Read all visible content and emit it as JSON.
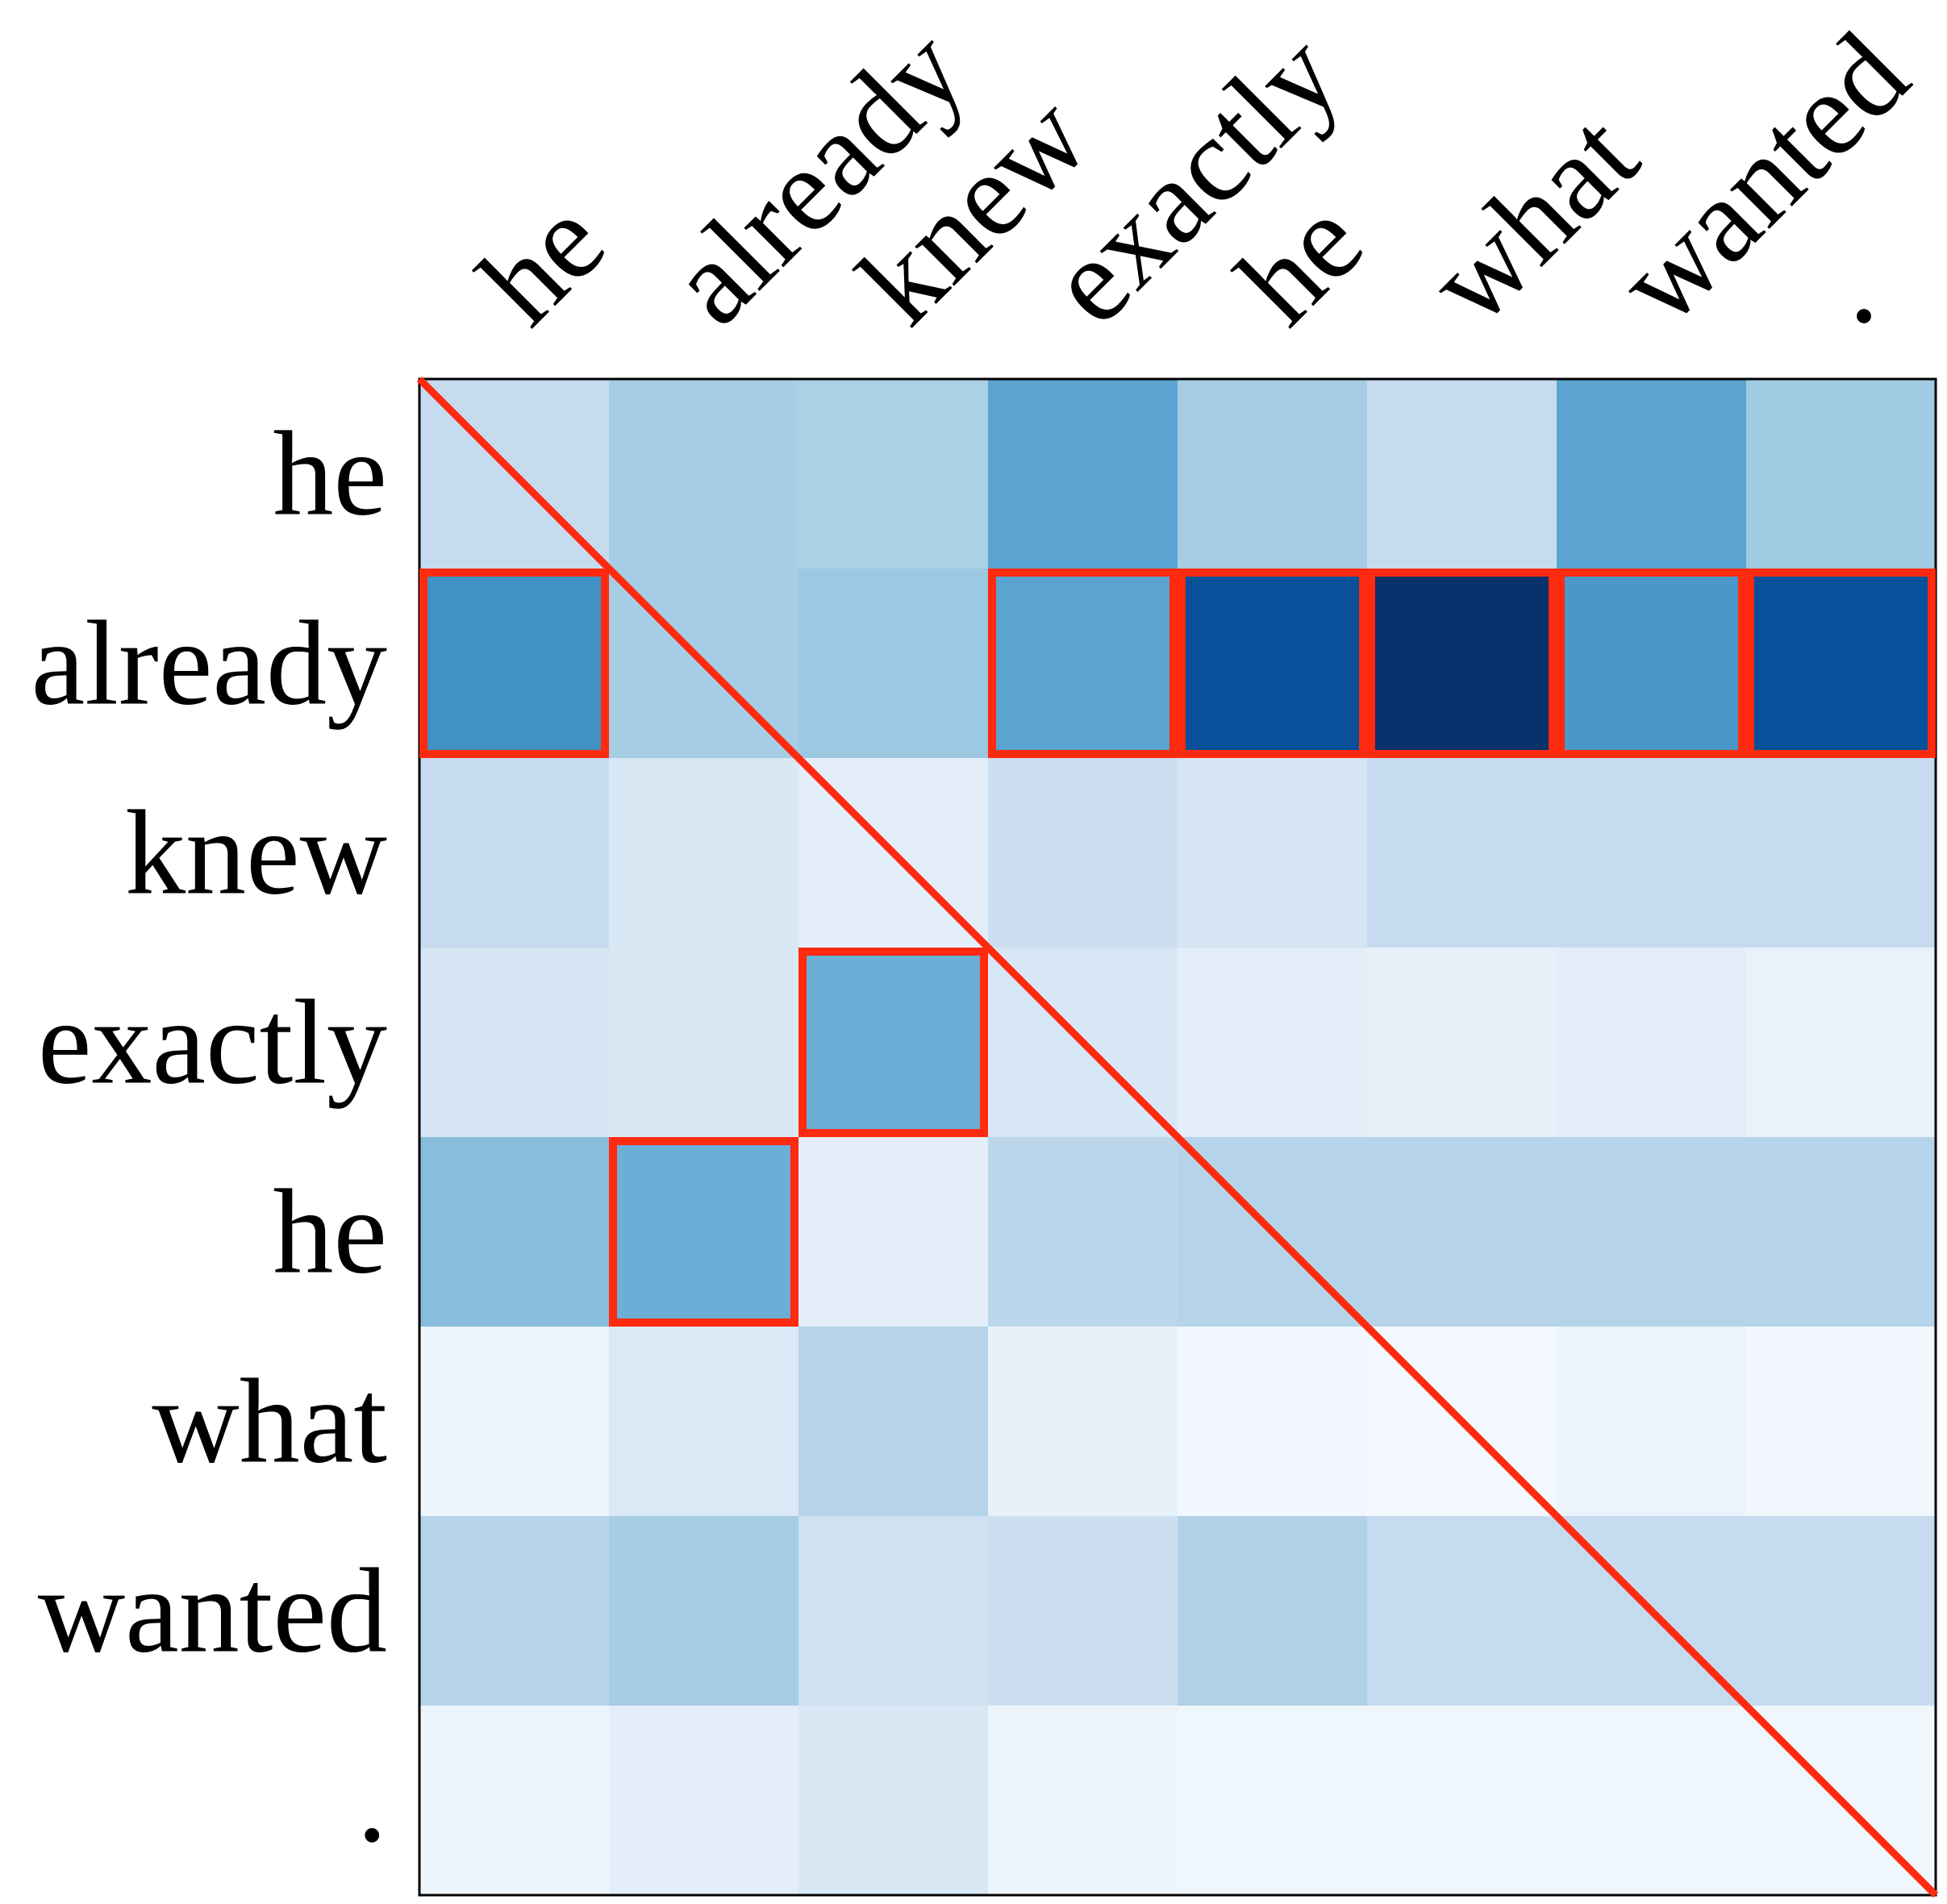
{
  "chart_data": {
    "type": "heatmap",
    "x_labels": [
      "he",
      "already",
      "knew",
      "exactly",
      "he",
      "what",
      "wanted",
      "."
    ],
    "y_labels": [
      "he",
      "already",
      "knew",
      "exactly",
      "he",
      "what",
      "wanted",
      "."
    ],
    "values": [
      [
        0.25,
        0.35,
        0.33,
        0.55,
        0.35,
        0.25,
        0.55,
        0.37
      ],
      [
        0.63,
        0.35,
        0.38,
        0.55,
        0.88,
        1.0,
        0.6,
        0.88
      ],
      [
        0.25,
        0.15,
        0.1,
        0.22,
        0.17,
        0.25,
        0.25,
        0.25
      ],
      [
        0.17,
        0.15,
        0.5,
        0.16,
        0.1,
        0.08,
        0.1,
        0.07
      ],
      [
        0.43,
        0.5,
        0.1,
        0.28,
        0.3,
        0.3,
        0.3,
        0.3
      ],
      [
        0.05,
        0.14,
        0.3,
        0.08,
        0.03,
        0.02,
        0.06,
        0.03
      ],
      [
        0.3,
        0.35,
        0.2,
        0.22,
        0.32,
        0.25,
        0.25,
        0.25
      ],
      [
        0.05,
        0.1,
        0.15,
        0.05,
        0.04,
        0.04,
        0.04,
        0.04
      ]
    ],
    "colormap": "Blues",
    "color_range": [
      0,
      1
    ],
    "highlighted_cells": [
      [
        1,
        0
      ],
      [
        1,
        3
      ],
      [
        1,
        4
      ],
      [
        1,
        5
      ],
      [
        1,
        6
      ],
      [
        1,
        7
      ],
      [
        3,
        2
      ],
      [
        4,
        1
      ]
    ],
    "highlight_color": "#ff2a0f",
    "diagonal_line": true,
    "x_labels_position": "top",
    "x_label_rotation": -45
  }
}
